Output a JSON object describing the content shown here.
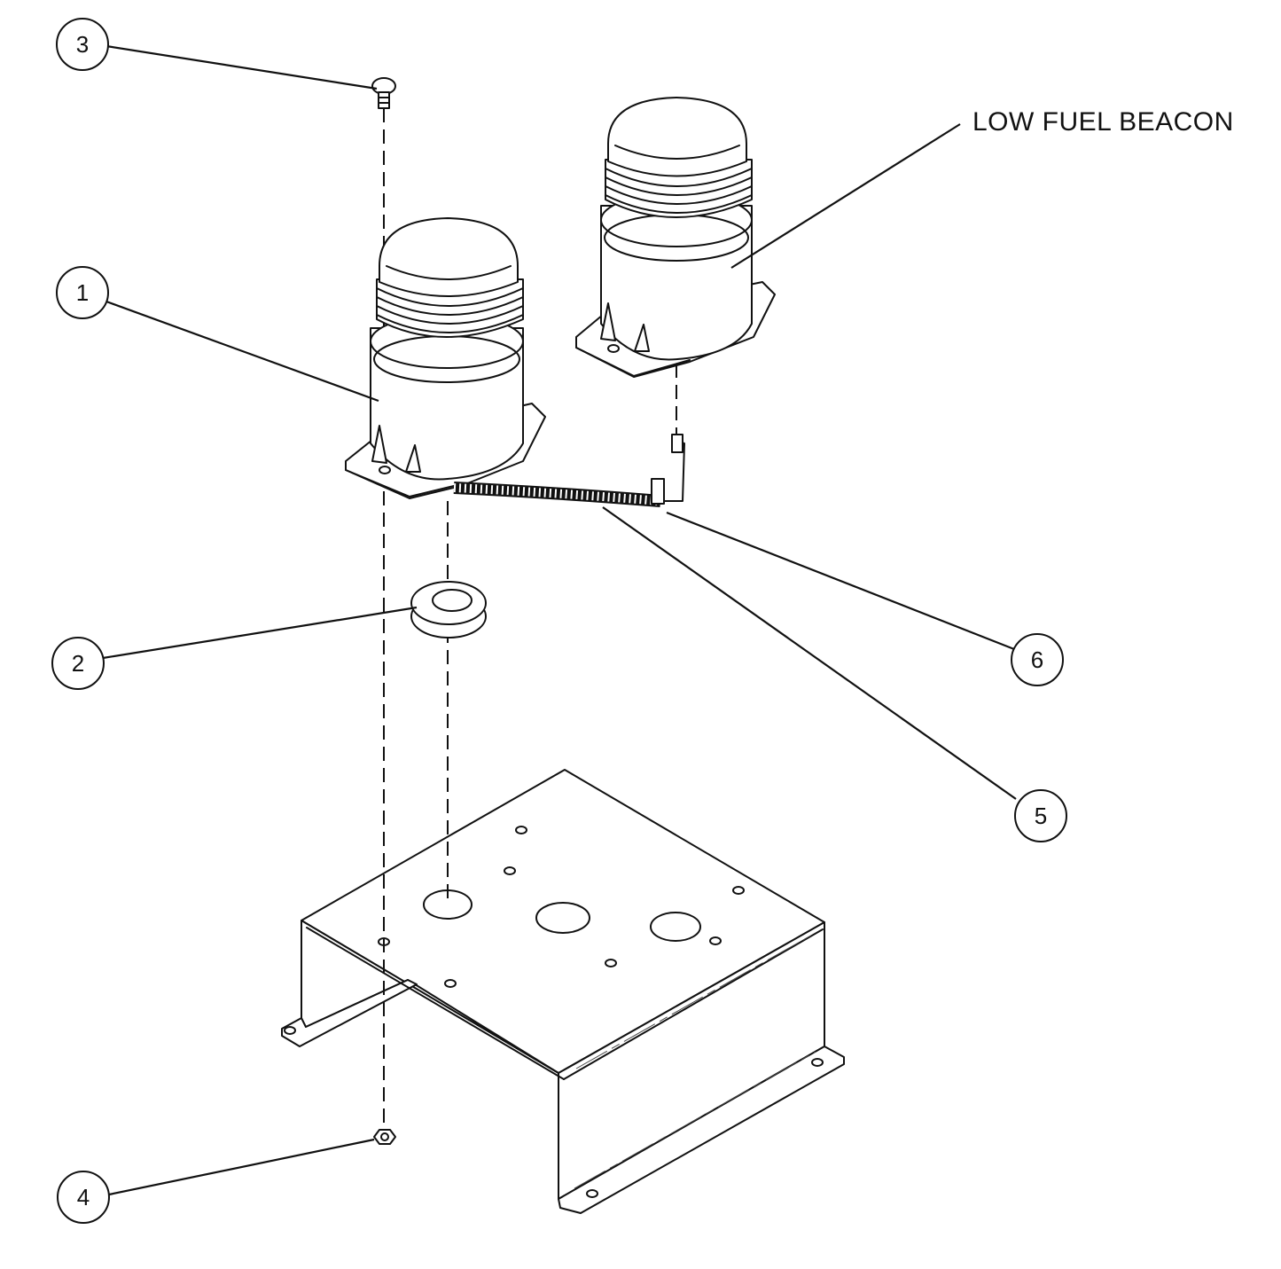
{
  "diagram": {
    "callouts": [
      {
        "id": "1",
        "label": "1"
      },
      {
        "id": "2",
        "label": "2"
      },
      {
        "id": "3",
        "label": "3"
      },
      {
        "id": "4",
        "label": "4"
      },
      {
        "id": "5",
        "label": "5"
      },
      {
        "id": "6",
        "label": "6"
      }
    ],
    "text_labels": {
      "low_fuel_beacon": "LOW FUEL BEACON"
    },
    "line_color": "#111111",
    "background_color": "#ffffff"
  }
}
